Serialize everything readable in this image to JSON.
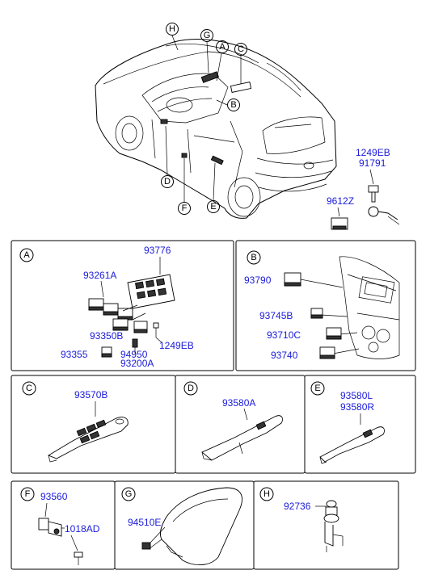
{
  "overview": {
    "callouts": [
      "H",
      "G",
      "A",
      "C",
      "B",
      "D",
      "F",
      "E"
    ],
    "parts": {
      "p1249eb": "1249EB",
      "p91791": "91791",
      "p9612z": "9612Z"
    }
  },
  "panel_a": {
    "letter": "A",
    "parts": [
      "93776",
      "93261A",
      "93350B",
      "1249EB",
      "93355",
      "94950",
      "93200A"
    ]
  },
  "panel_b": {
    "letter": "B",
    "parts": [
      "93790",
      "93745B",
      "93710C",
      "93740"
    ]
  },
  "panel_c": {
    "letter": "C",
    "parts": [
      "93570B"
    ]
  },
  "panel_d": {
    "letter": "D",
    "parts": [
      "93580A"
    ]
  },
  "panel_e": {
    "letter": "E",
    "parts": [
      "93580L",
      "93580R"
    ]
  },
  "panel_f": {
    "letter": "F",
    "parts": [
      "93560",
      "1018AD"
    ]
  },
  "panel_g": {
    "letter": "G",
    "parts": [
      "94510E"
    ]
  },
  "panel_h": {
    "letter": "H",
    "parts": [
      "92736"
    ]
  }
}
